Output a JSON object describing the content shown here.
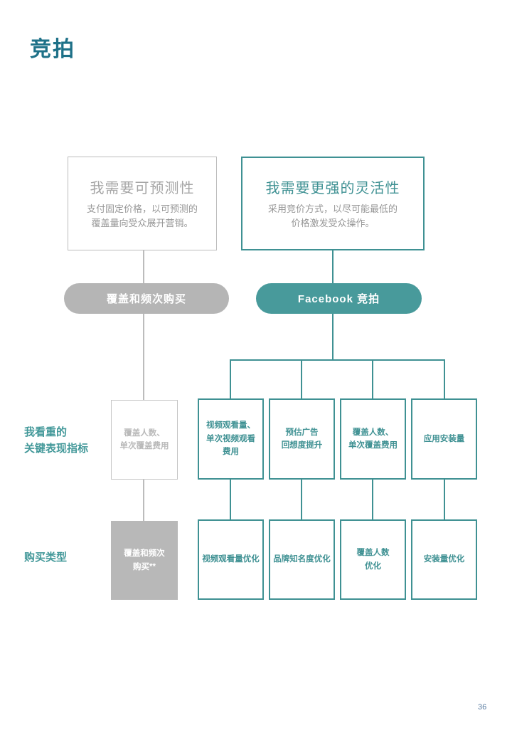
{
  "page": {
    "title": "竞拍",
    "page_number": "36"
  },
  "colors": {
    "accent_teal": "#3f9193",
    "teal_pill_fill": "#489a9b",
    "title_color": "#1e7188",
    "gray": "#b5b5b5",
    "page_number_color": "#5b7da2"
  },
  "top_boxes": {
    "predictability": {
      "title": "我需要可预测性",
      "desc": "支付固定价格，以可预测的\n覆盖量向受众展开营销。"
    },
    "flexibility": {
      "title": "我需要更强的灵活性",
      "desc": "采用竞价方式，以尽可能最低的\n价格激发受众操作。"
    }
  },
  "pills": {
    "reach_frequency": "覆盖和频次购买",
    "auction": "Facebook 竞拍"
  },
  "row_labels": {
    "kpi": "我看重的\n关键表现指标",
    "buy_type": "购买类型"
  },
  "kpi_row": {
    "gray_box": "覆盖人数、\n单次覆盖费用",
    "boxes": [
      "视频观看量、\n单次视频观看\n费用",
      "预估广告\n回想度提升",
      "覆盖人数、\n单次覆盖费用",
      "应用安装量"
    ]
  },
  "buy_row": {
    "gray_box": "覆盖和频次\n购买**",
    "boxes": [
      "视频观看量优化",
      "品牌知名度优化",
      "覆盖人数\n优化",
      "安装量优化"
    ]
  }
}
